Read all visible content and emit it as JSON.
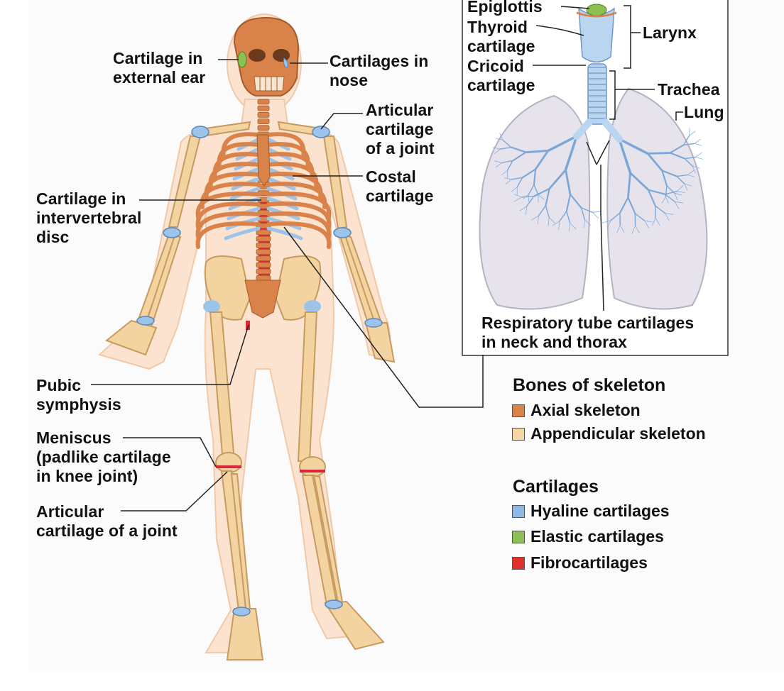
{
  "labels": {
    "cartilage_external_ear": "Cartilage in\nexternal ear",
    "cartilages_nose": "Cartilages in\nnose",
    "articular_cartilage_upper": "Articular\ncartilage\nof a joint",
    "costal_cartilage": "Costal\ncartilage",
    "intervertebral_disc": "Cartilage in\nintervertebral\ndisc",
    "pubic_symphysis": "Pubic\nsymphysis",
    "meniscus": "Meniscus\n(padlike cartilage\nin knee joint)",
    "articular_cartilage_lower": "Articular\ncartilage of a joint"
  },
  "inset": {
    "epiglottis": "Epiglottis",
    "thyroid_cartilage": "Thyroid\ncartilage",
    "cricoid_cartilage": "Cricoid\ncartilage",
    "larynx": "Larynx",
    "trachea": "Trachea",
    "lung": "Lung",
    "respiratory_tube": "Respiratory tube cartilages\nin neck and thorax"
  },
  "legend": {
    "bones_heading": "Bones of skeleton",
    "bones": [
      {
        "label": "Axial skeleton",
        "color": "#d9824a"
      },
      {
        "label": "Appendicular skeleton",
        "color": "#f7d6a6"
      }
    ],
    "cartilages_heading": "Cartilages",
    "cartilages": [
      {
        "label": "Hyaline cartilages",
        "color": "#8fb9e3"
      },
      {
        "label": "Elastic cartilages",
        "color": "#8cc152"
      },
      {
        "label": "Fibrocartilages",
        "color": "#e0302a"
      }
    ]
  },
  "colors": {
    "axial_bone": "#d9824a",
    "appendicular_bone": "#f3d3a0",
    "hyaline": "#9cc4ea",
    "elastic": "#8cc152",
    "fibro": "#d8283a",
    "skin": "#fbe3cf",
    "lung": "#e6e3ec"
  }
}
